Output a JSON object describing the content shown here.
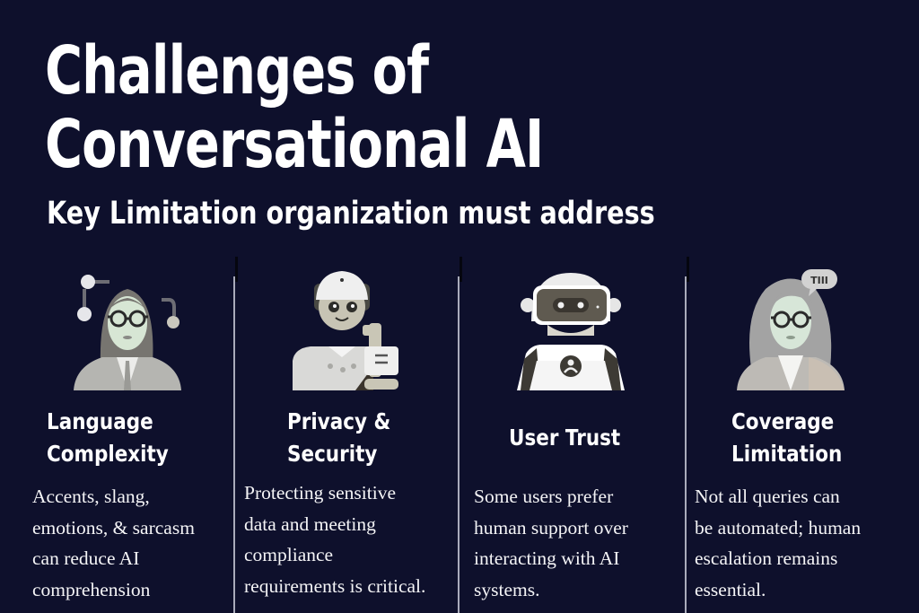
{
  "header": {
    "title_line1": "Challenges of",
    "title_line2": "Conversational AI",
    "subtitle": "Key Limitation organization must address"
  },
  "colors": {
    "background": "#0e102c",
    "text": "#ffffff",
    "divider": "#a9abbb"
  },
  "challenges": [
    {
      "icon": "woman-with-network-nodes-icon",
      "title_line1": "Language",
      "title_line2": "Complexity",
      "description": [
        "Accents, slang,",
        "emotions, & sarcasm",
        "can reduce AI",
        "comprehension"
      ]
    },
    {
      "icon": "security-agent-with-key-icon",
      "title_line1": "Privacy &",
      "title_line2": "Security",
      "description": [
        "Protecting sensitive",
        "data and meeting",
        "compliance",
        "requirements is critical."
      ]
    },
    {
      "icon": "robot-assistant-icon",
      "title_line1": "User Trust",
      "description": [
        "Some users prefer",
        "human support over",
        "interacting with AI",
        "systems."
      ]
    },
    {
      "icon": "woman-with-speech-bubble-icon",
      "title_line1": "Coverage",
      "title_line2": "Limitation",
      "speech_bubble_text": "TIII",
      "description": [
        "Not all queries can",
        "be automated; human",
        "escalation remains",
        "essential."
      ]
    }
  ]
}
